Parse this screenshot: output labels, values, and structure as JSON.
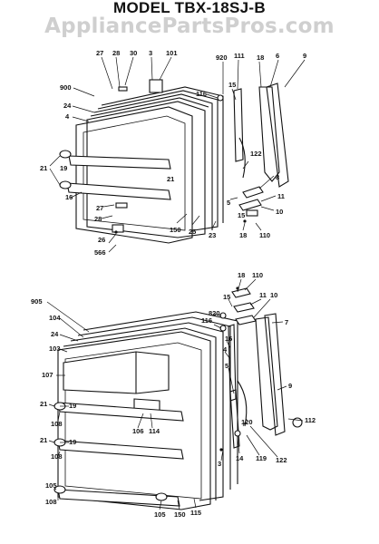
{
  "header": {
    "title_partial": "MODEL TBX-18SJ-B",
    "watermark": "AppliancePartsPros.com"
  },
  "diagram": {
    "top_section_labels": [
      "27",
      "28",
      "30",
      "3",
      "101",
      "920",
      "111",
      "18",
      "6",
      "9",
      "900",
      "116",
      "15",
      "24",
      "4",
      "122",
      "8",
      "21",
      "19",
      "11",
      "16",
      "21",
      "5",
      "10",
      "28",
      "15",
      "27",
      "150",
      "25",
      "23",
      "18",
      "110",
      "26",
      "566"
    ],
    "bottom_section_labels": [
      "18",
      "110",
      "15",
      "11",
      "10",
      "905",
      "820",
      "116",
      "104",
      "7",
      "24",
      "103",
      "16",
      "4",
      "5",
      "107",
      "9",
      "21",
      "19",
      "106",
      "114",
      "120",
      "112",
      "108",
      "21",
      "19",
      "14",
      "119",
      "122",
      "108",
      "3",
      "105",
      "105",
      "150",
      "115",
      "108"
    ]
  }
}
